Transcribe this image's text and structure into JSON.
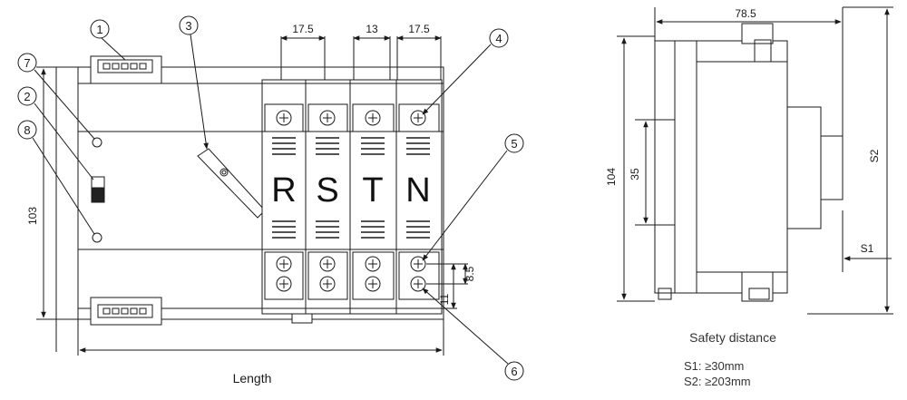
{
  "front_view": {
    "dims": {
      "width_1": "17.5",
      "width_2": "13",
      "width_3": "17.5",
      "height": "103",
      "d1": "8.5",
      "d2": "11"
    },
    "poles": [
      "R",
      "S",
      "T",
      "N"
    ],
    "callouts": [
      "1",
      "2",
      "3",
      "4",
      "5",
      "6",
      "7",
      "8"
    ],
    "length_label": "Length"
  },
  "side_view": {
    "dims": {
      "depth": "78.5",
      "height": "104",
      "rail": "35",
      "s1": "S1",
      "s2": "S2"
    }
  },
  "safety": {
    "title": "Safety distance",
    "s1": "S1: ≥30mm",
    "s2": "S2: ≥203mm"
  }
}
